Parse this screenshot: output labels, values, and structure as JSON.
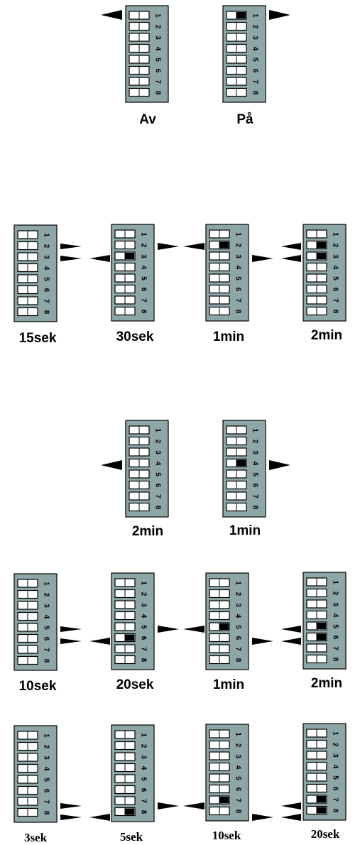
{
  "colors": {
    "body": "#8fa6a7",
    "slot": "#ffffff",
    "knob": "#000000",
    "ink": "#000000"
  },
  "position_numbers": [
    "1",
    "2",
    "3",
    "4",
    "5",
    "6",
    "7",
    "8"
  ],
  "groups": [
    {
      "name": "power",
      "switches": [
        {
          "label": "Av",
          "on": []
        },
        {
          "label": "På",
          "on": [
            1
          ]
        }
      ]
    },
    {
      "name": "delay-a",
      "switches": [
        {
          "label": "15sek",
          "on": []
        },
        {
          "label": "30sek",
          "on": [
            3
          ]
        },
        {
          "label": "1min",
          "on": [
            2
          ]
        },
        {
          "label": "2min",
          "on": [
            2,
            3
          ]
        }
      ]
    },
    {
      "name": "range",
      "switches": [
        {
          "label": "2min",
          "on": []
        },
        {
          "label": "1min",
          "on": [
            4
          ]
        }
      ]
    },
    {
      "name": "delay-b",
      "switches": [
        {
          "label": "10sek",
          "on": []
        },
        {
          "label": "20sek",
          "on": [
            6
          ]
        },
        {
          "label": "1min",
          "on": [
            5
          ]
        },
        {
          "label": "2min",
          "on": [
            5,
            6
          ]
        }
      ]
    },
    {
      "name": "delay-c",
      "switches": [
        {
          "label": "3sek",
          "on": []
        },
        {
          "label": "5sek",
          "on": [
            8
          ]
        },
        {
          "label": "10sek",
          "on": [
            7
          ]
        },
        {
          "label": "20sek",
          "on": [
            7,
            8
          ]
        }
      ]
    }
  ]
}
